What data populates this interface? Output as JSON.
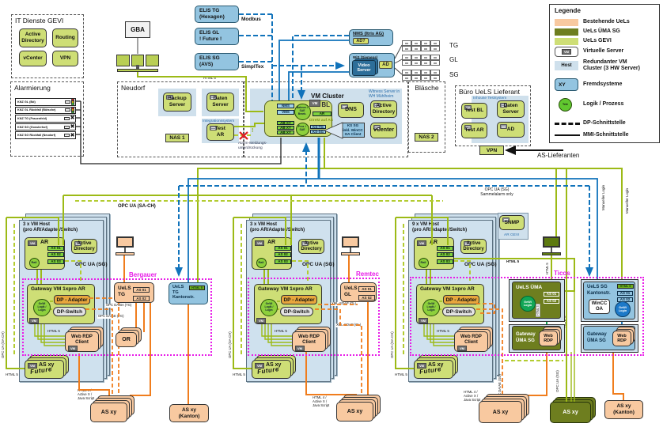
{
  "regions": {
    "it_dienste": "IT Dienste GEVI",
    "alarmierung": "Alarmierung",
    "neudorf": "Neudorf",
    "vm_cluster_region": "",
    "blaesche": "Bläsche",
    "buero": "Büro UeLS Lieferant",
    "bergauer": "Bergauer",
    "remtec": "Remtec",
    "ticos": "Ticos",
    "vm_cluster": "VM Cluster"
  },
  "it_dienste": {
    "active_directory": "Active\nDirectory",
    "routing": "Routing",
    "vcenter": "vCenter",
    "vpn": "VPN"
  },
  "alarmierung": {
    "rows": [
      "KNZ GL (Bd)",
      "KNZ GL Rückfall (Bütsche)",
      "KNZ TG (Frauenfeld)",
      "KNZ SG (Gosslerhof)",
      "KNZ SG Rückfall (Neudorf)"
    ]
  },
  "top": {
    "gba": "GBA",
    "elis_tg": "ELIS TG\n(Hexagon)",
    "elis_gl": "ELIS GL\n! Future !",
    "elis_sg": "ELIS SG\n(AVS)",
    "modbus": "Modbus",
    "simpltex": "SimplTex",
    "nms": "NMS (Itris AG)",
    "nms_ad": "AD?",
    "wis": "WiS (Siemens)",
    "video_server": "Video\nServer",
    "wis_ad": "AD",
    "grid_tg": "TG",
    "grid_gl": "GL",
    "grid_sg": "SG",
    "html5": "HTML 5"
  },
  "neudorf": {
    "backup": "Backup\nServer",
    "daten": "Daten\nServer",
    "integrationssystem": "Integrationssystem",
    "test_ar": "Test\nAR",
    "nas1": "NAS 1"
  },
  "vm_cluster": {
    "witness": "Witness Server in\nWH Mühlheim",
    "chip_nms": "NMS",
    "chip_vms": "VMS",
    "circle1": "Bahnen /\nSAE\nBearb.",
    "bl": "BL",
    "chip_ar": "AR",
    "direkt": "Direkt auf AS",
    "chip_ab1": "AB XY",
    "chip_ab2": "AB XY",
    "chip_ab3": "AB XY",
    "circle2": "Proz. /\nSAE",
    "chip_ks_tg": "KS-TG",
    "chip_ks_sg": "KS-SG",
    "dns": "DNS",
    "active_directory": "Active\nDirectory",
    "vcenter": "vCenter",
    "callout": "KS SG\ninkl. WinCC\nOA Client",
    "alarm_suppression": "Alarm-Meldungs-\nunterdrückung",
    "excl": "!"
  },
  "blaesche": {
    "nas2": "NAS 2"
  },
  "buero": {
    "inhouse": "Inhouse Testsystem",
    "test_bl": "Test BL",
    "daten": "Daten\nServer",
    "test_ar": "Test AR",
    "ad": "AD",
    "vpn": "VPN",
    "as_lieferanten": "AS-Lieferanten"
  },
  "legend": {
    "title": "Legende",
    "host_label": "Host",
    "xy_label": "XY",
    "circle_label": "Tele",
    "items": {
      "0": "Bestehende UeLs",
      "1": "UeLs ÜMA SG",
      "2": "UeLs GEVI",
      "3": "Virtuelle Server",
      "4": "Redundanter VM\nCluster (3 HW Server)",
      "5": "Fremdsysteme",
      "6": "Logik / Prozess",
      "7": "DP-Schnittstelle",
      "8": "MMI-Schnittstelle"
    }
  },
  "sections": {
    "0": {
      "vm_host": "3 x VM Host\n(pro AR/Adapter/Switch)",
      "ar": "AR",
      "ar_as1": "AS 01",
      "ar_as2": "AS 02",
      "ar_as3": "AS 03",
      "rail": "Rail",
      "active_directory": "Active\nDirectory",
      "opcua_sg": "OPC UA (SG)",
      "gateway": "Gateway VM 1xpro AR",
      "gewi": "GeWi\nLogik /\nLogin",
      "dp_adapter": "DP - Adapter",
      "dp_switch": "DP-Switch",
      "html5_rdp": "HTML 5",
      "web_rdp": "Web RDP\nClient",
      "future": "Future",
      "asxy_future": "AS xy",
      "html5_bottom": "HTML 5",
      "opcua_sach_rot": "OPC UA (SA-CH)",
      "name": "Bergauer",
      "uels_tg": "UeLS\nTG",
      "uels_tg_as1": "AS 01",
      "uels_tg_as2": "AS 02",
      "kantonstr": "UeLS\nTG\nKantonstr.",
      "kantonstr_chip": "HTML 5",
      "or_label": "OR",
      "opc_daba": "OPC DA/BA (TG)",
      "opc_daae": "OPC DA/AE (TG)",
      "html4": "HTML 4 /\nActive X /\nJava Script",
      "as_xy": "AS xy",
      "as_kanton": "AS xy\n(Kanton)"
    },
    "1": {
      "vm_host": "3 x VM Host\n(pro AR/Adapter/Switch)",
      "ar": "AR",
      "ar_as1": "AS 01",
      "ar_as2": "AS 02",
      "ar_as3": "AS 03",
      "rail": "Rail",
      "active_directory": "Active\nDirectory",
      "opcua_sg": "OPC UA (SG)",
      "gateway": "Gateway VM 1xpro AR",
      "gewi": "GeWi\nLogik /\nLogin",
      "dp_adapter": "DP - Adapter",
      "dp_switch": "DP-Switch",
      "html5_rdp": "HTML 5",
      "web_rdp": "Web RDP\nClient",
      "future": "Future",
      "asxy_future": "AS xy",
      "html5_bottom": "HTML 5",
      "opcua_sach_rot": "OPC UA (SA-CH)",
      "name": "Remtec",
      "uels_gl": "UeLS\nGL",
      "uels_gl_as1": "AS 01",
      "uels_gl_as2": "AS 02",
      "xml_soap1": "XML-SOAP (GL)",
      "xml_soap2": "XML-SOAP (GL)",
      "html4": "HTML 4 /\nActive X /\nJava Script",
      "as_xy": "AS xy"
    },
    "2": {
      "vm_host": "9 x VM Host\n(pro AR/Adapter/Switch)",
      "ar": "AR",
      "ar_as1": "AS 01",
      "ar_as2": "AS 02",
      "ar_as3": "AS 03",
      "rail": "Rail",
      "active_directory": "Active\nDirectory",
      "opcua_sg": "OPC UA (SG)",
      "gateway": "Gateway VM 1xpro AR",
      "gewi": "GeWi\nLogik /\nLogin",
      "dp_adapter": "DP - Adapter",
      "dp_switch": "DP-Switch",
      "html5_rdp": "HTML 5",
      "web_rdp": "Web RDP\nClient",
      "future": "Future",
      "asxy_future": "AS xy",
      "html5_bottom": "HTML 5",
      "opcua_sach_rot": "OPC UA (SA-CH)",
      "name": "Ticos",
      "snmp": "SNMP",
      "ar_gevi": "AR GEVI",
      "html5_monitor": "HTML 5",
      "html5_line": "HTML 5",
      "uels_uma": "UeLS ÜMA",
      "uma_gewi": "GeWi\nLogin",
      "uma_as1": "AS 01",
      "uma_as2": "AS 02",
      "uma_html5": "HTML 5",
      "gw_uma1": "Gateway\nÜMA SG",
      "web_rdp_uma": "Web\nRDP",
      "uels_sg": "UeLS SG\nKantonstr.",
      "sg_chip": "HTML 5",
      "sg_as1": "AS 01",
      "sg_as2": "AS 02",
      "wincc": "WinCC\nOA",
      "sg_gewi": "GeWi\nLogin",
      "gw_uma2": "Gateway\nÜMA SG",
      "web_rdp_sg": "Web\nRDP",
      "html4": "HTML 4 /\nActive X /\nJava Script",
      "as_xy": "AS xy",
      "as_xy_green": "AS xy",
      "as_kanton": "AS xy\n(Kanton)",
      "opc_daae_sg": "OPC DA/AE (SG)",
      "opcua_sg_rot": "OPC UA (SG)",
      "html5_gw": "HTML 5"
    }
  },
  "buses": {
    "opcua_sach": "OPC UA (SA-CH)",
    "opcua_sg_sammel": "OPC UA (SG)\nSammelalarm only",
    "manueller_login1": "Manueller Login",
    "manueller_login2": "Manueller Login"
  }
}
